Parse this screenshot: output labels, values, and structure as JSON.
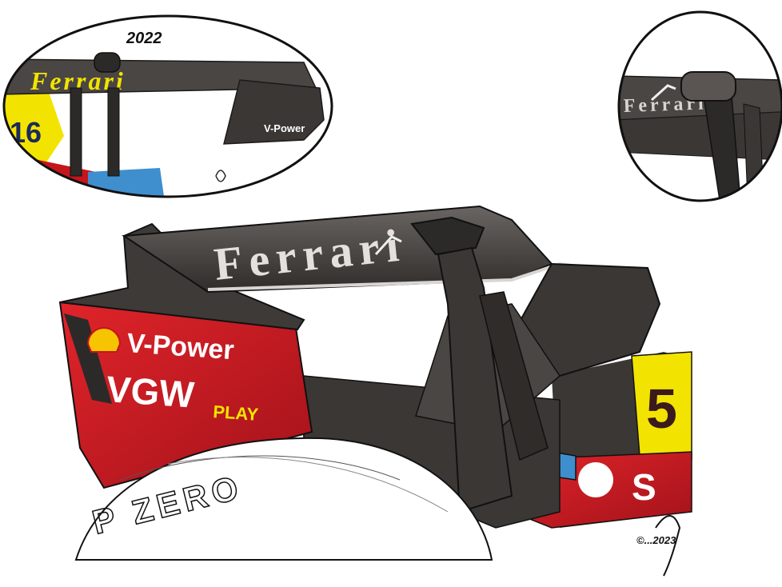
{
  "inset_left": {
    "year_label": "2022",
    "wing_text": "Ferrari",
    "number": "16",
    "sponsor": "V-Power"
  },
  "main_car": {
    "wing_text": "Ferrari",
    "endplate_sponsor_1": "V-Power",
    "endplate_sponsor_2": "VGW",
    "endplate_sponsor_3": "PLAY",
    "tyre_text": "P ZERO",
    "engine_cover_number": "5"
  },
  "signature": {
    "text": "©...2023"
  },
  "colors": {
    "ferrari_red": "#c4161c",
    "carbon": "#4a4643",
    "carbon_dark": "#2c2a28",
    "accent_blue": "#3f8fcf",
    "livery_yellow": "#f2e400",
    "shell_yellow": "#f6c400"
  }
}
